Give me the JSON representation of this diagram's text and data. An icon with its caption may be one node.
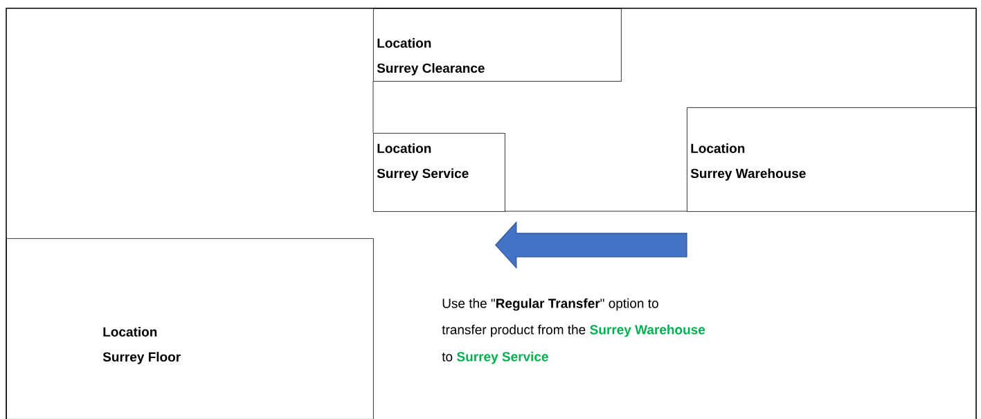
{
  "diagram": {
    "nodes": [
      {
        "text": [
          "Location",
          "Surrey Clearance"
        ]
      },
      {
        "text": [
          "Location",
          "Surrey Service"
        ]
      },
      {
        "text": [
          "Location",
          "Surrey Warehouse"
        ]
      },
      {
        "text": [
          "Location",
          "Surrey Floor"
        ]
      }
    ],
    "edges": [
      {
        "from": 2,
        "to": 1,
        "arrow": "to"
      }
    ],
    "labels": [
      "Use the \"**Regular Transfer**\" option to",
      "transfer product from the",
      "Surrey Warehouse",
      "to",
      "Surrey Service"
    ]
  }
}
